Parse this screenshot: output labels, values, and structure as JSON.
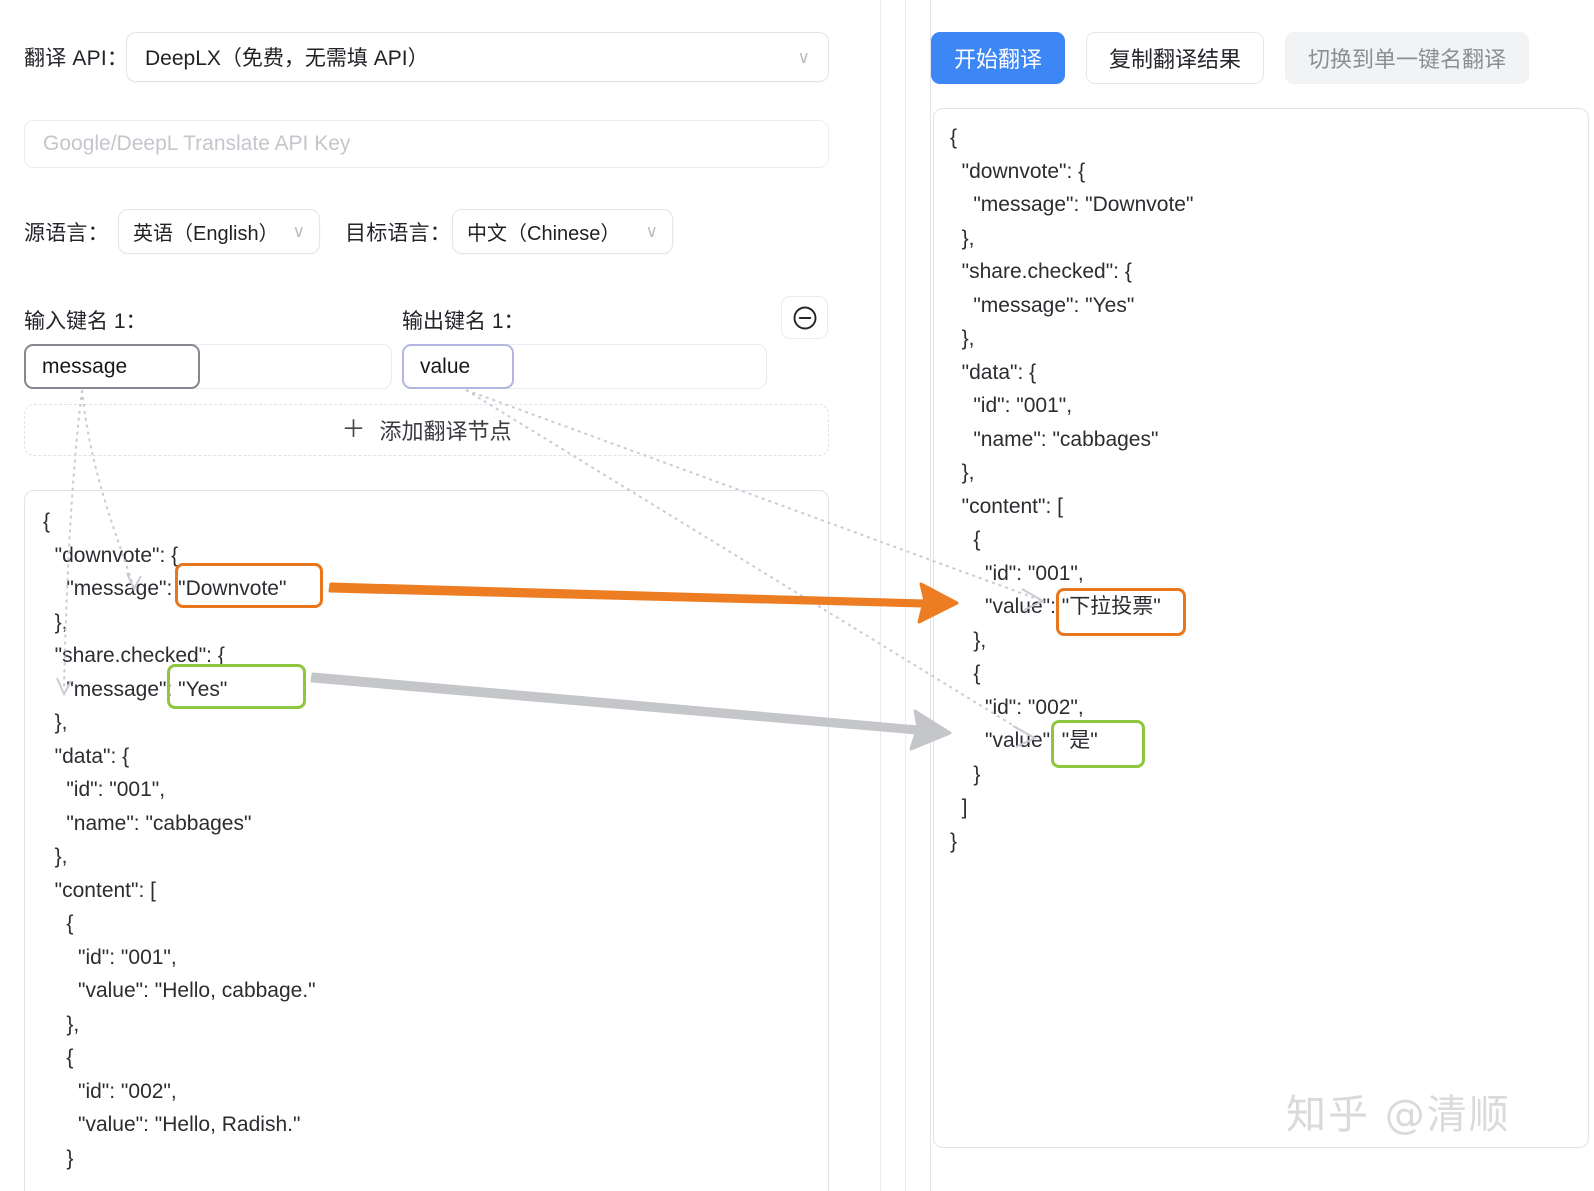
{
  "left_panel": {
    "api_label": "翻译 API：",
    "api_value": "DeepLX（免费，无需填 API）",
    "api_key_placeholder": "Google/DeepL Translate API Key",
    "api_key_value": "",
    "source_lang_label": "源语言：",
    "source_lang_value": "英语（English）",
    "target_lang_label": "目标语言：",
    "target_lang_value": "中文（Chinese）",
    "input_key_label": "输入键名 1：",
    "output_key_label": "输出键名 1：",
    "input_key_value": "message",
    "output_key_value": "value",
    "remove_node_icon": "minus-circle-icon",
    "add_node_label": "添加翻译节点",
    "add_node_plus": "＋",
    "caret_glyph": "∨",
    "source_json": "{\n  \"downvote\": {\n    \"message\": \"Downvote\"\n  },\n  \"share.checked\": {\n    \"message\": \"Yes\"\n  },\n  \"data\": {\n    \"id\": \"001\",\n    \"name\": \"cabbages\"\n  },\n  \"content\": [\n    {\n      \"id\": \"001\",\n      \"value\": \"Hello, cabbage.\"\n    },\n    {\n      \"id\": \"002\",\n      \"value\": \"Hello, Radish.\"\n    }"
  },
  "right_panel": {
    "start_translate_label": "开始翻译",
    "copy_result_label": "复制翻译结果",
    "switch_mode_label": "切换到单一键名翻译",
    "result_json": "{\n  \"downvote\": {\n    \"message\": \"Downvote\"\n  },\n  \"share.checked\": {\n    \"message\": \"Yes\"\n  },\n  \"data\": {\n    \"id\": \"001\",\n    \"name\": \"cabbages\"\n  },\n  \"content\": [\n    {\n      \"id\": \"001\",\n      \"value\": \"下拉投票\"\n    },\n    {\n      \"id\": \"002\",\n      \"value\": \"是\"\n    }\n  ]\n}"
  },
  "annotations": {
    "orange_source_text": "\"Downvote\"",
    "orange_target_text": "\"下拉投票\"",
    "green_source_text": "\"Yes\"",
    "green_target_text": "\"是\"",
    "orange_color": "#e8761c",
    "green_color": "#8ec63f",
    "gray_arrow_color": "#c4c6c9",
    "dotted_connector_color": "#c9cbd6"
  },
  "watermark": "知乎 @清顺"
}
